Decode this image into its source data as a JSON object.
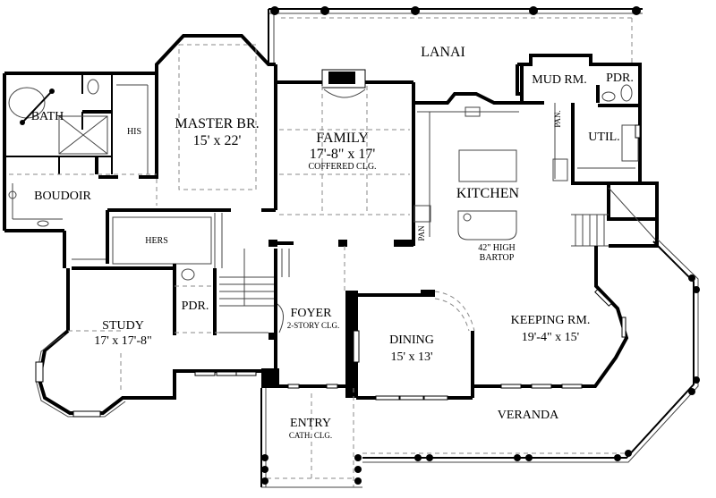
{
  "floor_plan": {
    "rooms": {
      "lanai": {
        "name": "LANAI"
      },
      "master_br": {
        "name": "MASTER BR.",
        "dims": "15' x 22'"
      },
      "family": {
        "name": "FAMILY",
        "dims": "17'-8\" x 17'",
        "note": "COFFERED CLG."
      },
      "kitchen": {
        "name": "KITCHEN",
        "note_line1": "42\" HIGH",
        "note_line2": "BARTOP"
      },
      "mud_rm": {
        "name": "MUD RM."
      },
      "pdr_upper": {
        "name": "PDR."
      },
      "util": {
        "name": "UTIL."
      },
      "pan_upper": {
        "name": "PAN."
      },
      "pan_lower": {
        "name": "PAN"
      },
      "bath": {
        "name": "BATH"
      },
      "his": {
        "name": "HIS"
      },
      "hers": {
        "name": "HERS"
      },
      "boudoir": {
        "name": "BOUDOIR"
      },
      "study": {
        "name": "STUDY",
        "dims": "17' x 17'-8\""
      },
      "pdr_lower": {
        "name": "PDR."
      },
      "foyer": {
        "name": "FOYER",
        "note": "2-STORY CLG."
      },
      "dining": {
        "name": "DINING",
        "dims": "15' x 13'"
      },
      "keeping_rm": {
        "name": "KEEPING RM.",
        "dims": "19'-4\" x 15'"
      },
      "entry": {
        "name": "ENTRY",
        "note": "CATH. CLG."
      },
      "veranda": {
        "name": "VERANDA"
      }
    }
  }
}
